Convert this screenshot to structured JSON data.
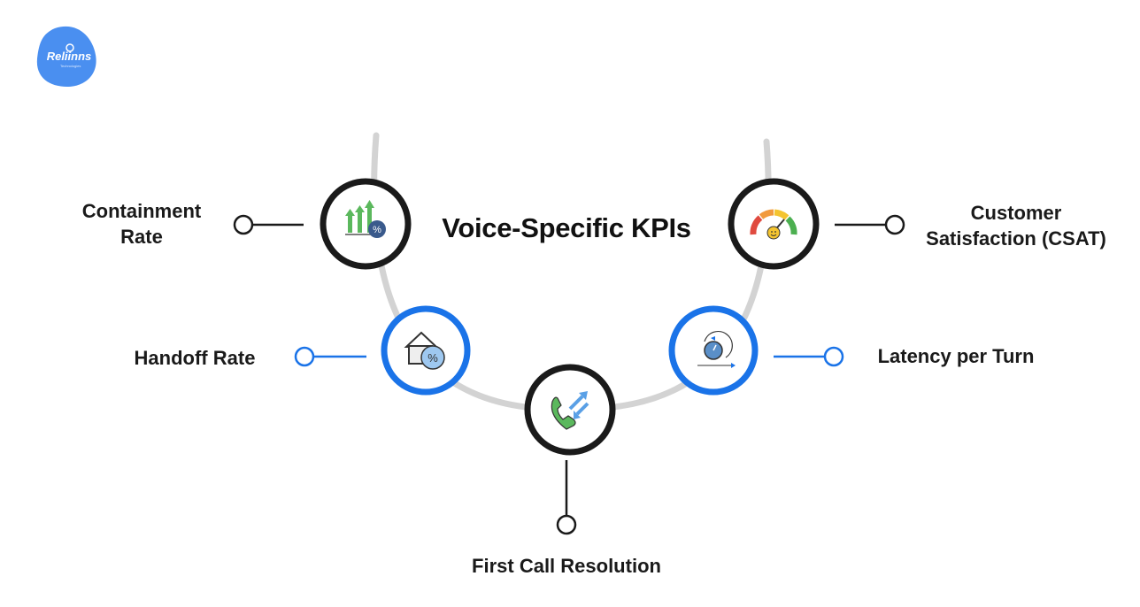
{
  "logo": {
    "text": "Reliinns",
    "sub": "Technologies"
  },
  "title": "Voice-Specific KPIs",
  "kpis": [
    {
      "label_line1": "Containment",
      "label_line2": "Rate",
      "icon": "growth-chart-percent-icon"
    },
    {
      "label_line1": "Customer",
      "label_line2": "Satisfaction (CSAT)",
      "icon": "satisfaction-gauge-icon"
    },
    {
      "label_line1": "Handoff Rate",
      "icon": "house-percent-icon"
    },
    {
      "label_line1": "Latency per Turn",
      "icon": "stopwatch-icon"
    },
    {
      "label_line1": "First Call Resolution",
      "icon": "phone-arrows-icon"
    }
  ],
  "colors": {
    "accent_blue": "#1a73e8",
    "dark_ring": "#1a1a1a",
    "arc_gray": "#d3d3d3",
    "logo_blue": "#4a8ff0"
  }
}
